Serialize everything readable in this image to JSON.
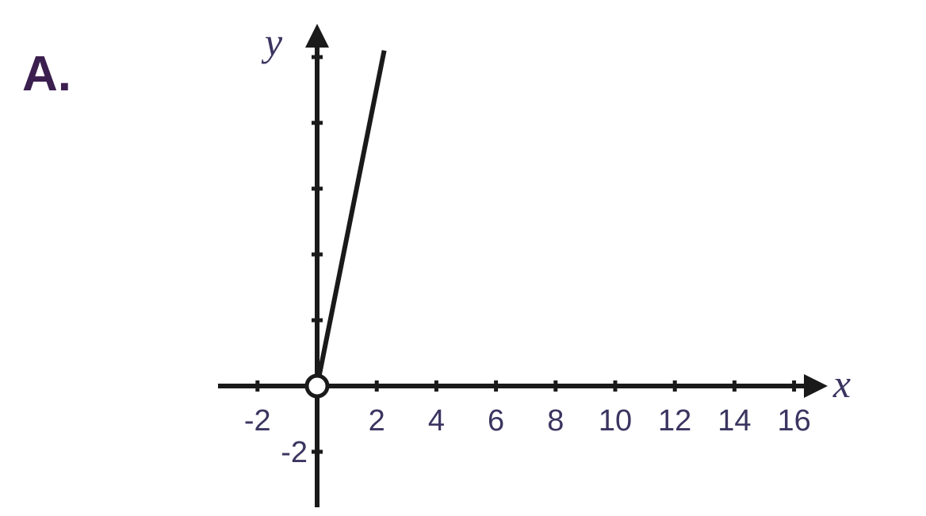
{
  "panel_label": "A.",
  "chart_data": {
    "type": "line",
    "title": "",
    "xlabel": "x",
    "ylabel": "y",
    "xlim": [
      -3,
      17
    ],
    "ylim": [
      -4,
      11
    ],
    "x_ticks": [
      -2,
      2,
      4,
      6,
      8,
      10,
      12,
      14,
      16
    ],
    "x_tick_labels": [
      "-2",
      "2",
      "4",
      "6",
      "8",
      "10",
      "12",
      "14",
      "16"
    ],
    "y_ticks": [
      -2,
      2,
      4,
      6,
      8,
      10
    ],
    "y_tick_labels": [
      "-2",
      "",
      "",
      "",
      "",
      ""
    ],
    "grid": false,
    "series": [
      {
        "x": [
          0,
          2.25
        ],
        "y": [
          0,
          10.2
        ],
        "start_point": "open",
        "end": "ray"
      }
    ],
    "colors": {
      "line": "#1a1a1a",
      "axis": "#1a1a1a",
      "text": "#3a3560"
    }
  }
}
